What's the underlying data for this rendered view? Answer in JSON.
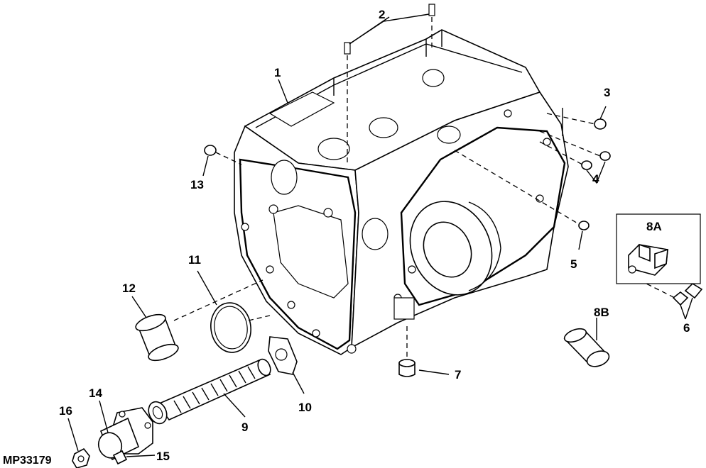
{
  "figure_id": "MP33179",
  "callouts": {
    "c1": "1",
    "c2": "2",
    "c3": "3",
    "c4": "4",
    "c5": "5",
    "c6": "6",
    "c7": "7",
    "c8A": "8A",
    "c8B": "8B",
    "c9": "9",
    "c10": "10",
    "c11": "11",
    "c12": "12",
    "c13": "13",
    "c14": "14",
    "c15": "15",
    "c16": "16"
  }
}
